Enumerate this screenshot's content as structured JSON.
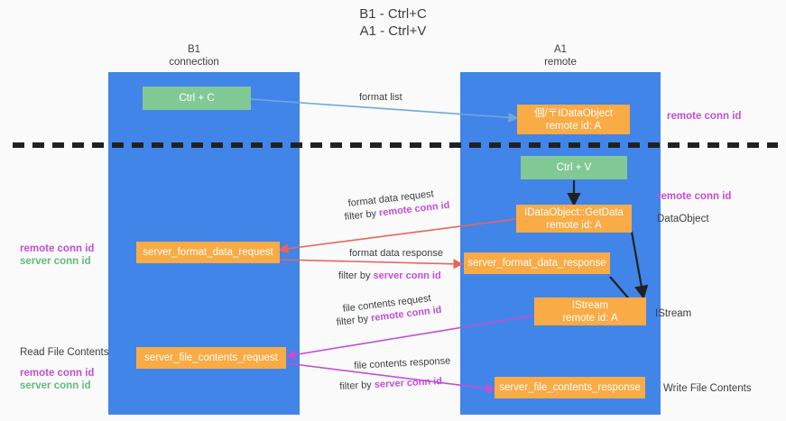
{
  "title": "B1 - Ctrl+C\nA1 - Ctrl+V",
  "columns": [
    {
      "name": "B1",
      "role": "connection",
      "header": "B1\nconnection"
    },
    {
      "name": "A1",
      "role": "remote",
      "header": "A1\nremote"
    }
  ],
  "colors": {
    "background": "#fafafa",
    "lane": "#4285e8",
    "box_orange": "#f9ab45",
    "box_green": "#81c995",
    "text_dark": "#3c4043",
    "magenta": "#c24fd4",
    "green": "#63bb7d",
    "arrow_blue": "#6fa8dc",
    "arrow_red": "#e8645a",
    "arrow_magenta": "#c24fd4",
    "arrow_black": "#202124",
    "divider": "#202124"
  },
  "boxes": {
    "ctrl_c": "Ctrl + C",
    "ctrl_v": "Ctrl + V",
    "idataobject_remote": "佪/〒IDataObject\nremote id: A",
    "idataobject_getdata": "IDataObject::GetData\nremote id: A",
    "istream": "IStream\nremote id: A",
    "server_format_data_request": "server_format_data_request",
    "server_format_data_response": "server_format_data_response",
    "server_file_contents_request": "server_file_contents_request",
    "server_file_contents_response": "server_file_contents_response"
  },
  "edge_labels": {
    "format_list": "format list",
    "format_data_request": "format data request",
    "format_data_request_filter_prefix": "filter by ",
    "format_data_request_filter_key": "remote conn id",
    "format_data_response": "format data response",
    "format_data_response_filter_prefix": "filter by ",
    "format_data_response_filter_key": "server conn id",
    "file_contents_request": "file contents request",
    "file_contents_request_filter_prefix": "filter by ",
    "file_contents_request_filter_key": "remote conn id",
    "file_contents_response": "file contents response",
    "file_contents_response_filter_prefix": "filter by ",
    "file_contents_response_filter_key": "server conn id"
  },
  "side_labels": {
    "right_remote_conn_id_top": "remote conn id",
    "right_remote_conn_id_mid": "remote conn id",
    "right_dataobject": "DataObject",
    "right_istream": "IStream",
    "right_write_file_contents": "Write File Contents",
    "left_remote_conn_id_1": "remote conn id",
    "left_server_conn_id_1": "server conn id",
    "left_read_file_contents": "Read File Contents",
    "left_remote_conn_id_2": "remote conn id",
    "left_server_conn_id_2": "server conn id"
  }
}
